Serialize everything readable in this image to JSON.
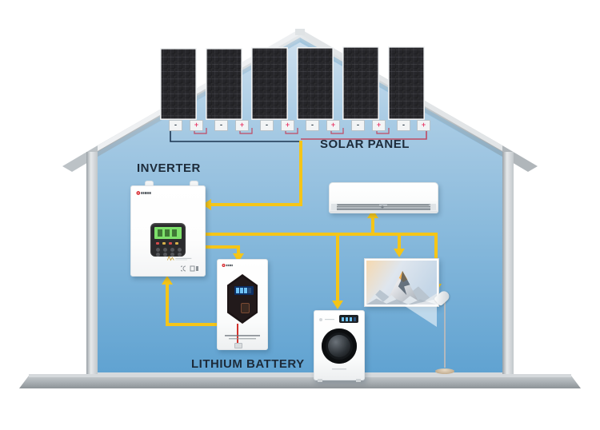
{
  "diagram": {
    "title": "Solar Energy Home System Diagram",
    "background_color": "#ffffff"
  },
  "labels": {
    "solar_panel": "SOLAR PANEL",
    "inverter": "INVERTER",
    "lithium_battery": "LITHIUM BATTERY"
  },
  "colors": {
    "wire": "#f5c518",
    "wall_top": "#cfe0ee",
    "wall_bottom": "#5ea0d0",
    "roof": "#c9ced2",
    "ground": "#a9afb3",
    "positive_terminal": "#e8446f",
    "negative_terminal": "#23323f",
    "dc_negative_wire": "#1b3450",
    "dc_positive_wire": "#c04a63"
  },
  "solar_array": {
    "panel_count": 6,
    "terminals": [
      {
        "sign": "-",
        "type": "negative"
      },
      {
        "sign": "+",
        "type": "positive"
      },
      {
        "sign": "-",
        "type": "negative"
      },
      {
        "sign": "+",
        "type": "positive"
      },
      {
        "sign": "-",
        "type": "negative"
      },
      {
        "sign": "+",
        "type": "positive"
      },
      {
        "sign": "-",
        "type": "negative"
      },
      {
        "sign": "+",
        "type": "positive"
      },
      {
        "sign": "-",
        "type": "negative"
      },
      {
        "sign": "+",
        "type": "positive"
      },
      {
        "sign": "-",
        "type": "negative"
      },
      {
        "sign": "+",
        "type": "positive"
      }
    ]
  },
  "devices": {
    "inverter": {
      "name": "inverter",
      "screen_type": "lcd",
      "lcd_color": "#7de06a",
      "button_count": 4
    },
    "battery": {
      "name": "lithium battery",
      "display_color": "#0d2f63"
    },
    "air_conditioner": {
      "name": "air conditioner wall unit"
    },
    "television": {
      "name": "television",
      "screen_content": "snow mountain peak"
    },
    "washing_machine": {
      "name": "front load washing machine"
    },
    "floor_lamp": {
      "name": "floor lamp"
    }
  }
}
